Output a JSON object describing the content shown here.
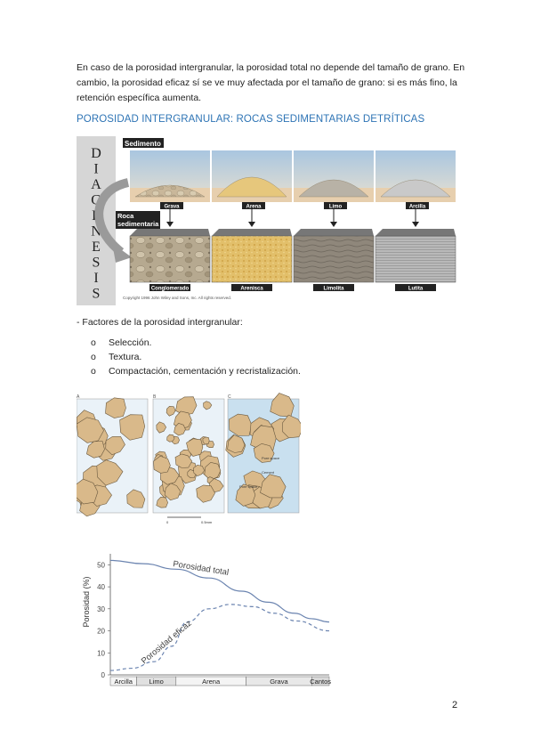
{
  "paragraph": "En caso de la porosidad intergranular, la porosidad total no depende del tamaño de grano. En cambio, la porosidad eficaz sí se ve muy afectada por el tamaño de grano: si es más fino, la retención específica aumenta.",
  "heading": "POROSIDAD INTERGRANULAR: ROCAS SEDIMENTARIAS DETRÍTICAS",
  "diagenesis_figure": {
    "side_label": [
      "D",
      "I",
      "A",
      "G",
      "É",
      "N",
      "E",
      "S",
      "I",
      "S"
    ],
    "sediment_tag": "Sedimento",
    "rock_tag_line1": "Roca",
    "rock_tag_line2": "sedimentaria",
    "sediments": [
      "Grava",
      "Arena",
      "Limo",
      "Arcilla"
    ],
    "rocks": [
      "Conglomerado",
      "Arenisca",
      "Limolita",
      "Lutita"
    ],
    "copyright": "Copyright 1996 John Wiley and Sons, Inc. All rights reserved."
  },
  "factors": {
    "title": "- Factores de la porosidad intergranular:",
    "bullet_mark": "o",
    "items": [
      "Selección.",
      "Textura.",
      "Compactación, cementación y recristalización."
    ]
  },
  "grains_figure": {
    "panel_labels": [
      "A",
      "B",
      "C"
    ],
    "scale_start": "0",
    "scale_end": "0.5mm",
    "pore_label_1": "Pore space",
    "pore_label_2": "Pore space",
    "cement_label": "Cement"
  },
  "chart_data": {
    "type": "line",
    "ylabel": "Porosidad (%)",
    "ylim": [
      0,
      55
    ],
    "yticks": [
      0,
      10,
      20,
      30,
      40,
      50
    ],
    "x_categories": [
      "Arcilla",
      "Limo",
      "Arena",
      "Grava",
      "Cantos"
    ],
    "series": [
      {
        "name": "Porosidad total",
        "x": [
          0,
          0.15,
          0.3,
          0.45,
          0.6,
          0.72,
          0.84,
          0.92,
          1.0
        ],
        "values": [
          52,
          50.5,
          48,
          44,
          38,
          33,
          28,
          25.5,
          24
        ]
      },
      {
        "name": "Porosidad eficaz",
        "x": [
          0,
          0.1,
          0.2,
          0.28,
          0.35,
          0.45,
          0.55,
          0.65,
          0.75,
          0.85,
          1.0
        ],
        "values": [
          2,
          3,
          6,
          13,
          24,
          30,
          32,
          31,
          28,
          24.5,
          20
        ]
      }
    ]
  },
  "page_number": "2",
  "colors": {
    "heading": "#2e74b5",
    "curve_total": "#6b84b0",
    "curve_eficaz": "#6b84b0",
    "grain": "#d9b98a",
    "pore": "#c9e0ef"
  }
}
